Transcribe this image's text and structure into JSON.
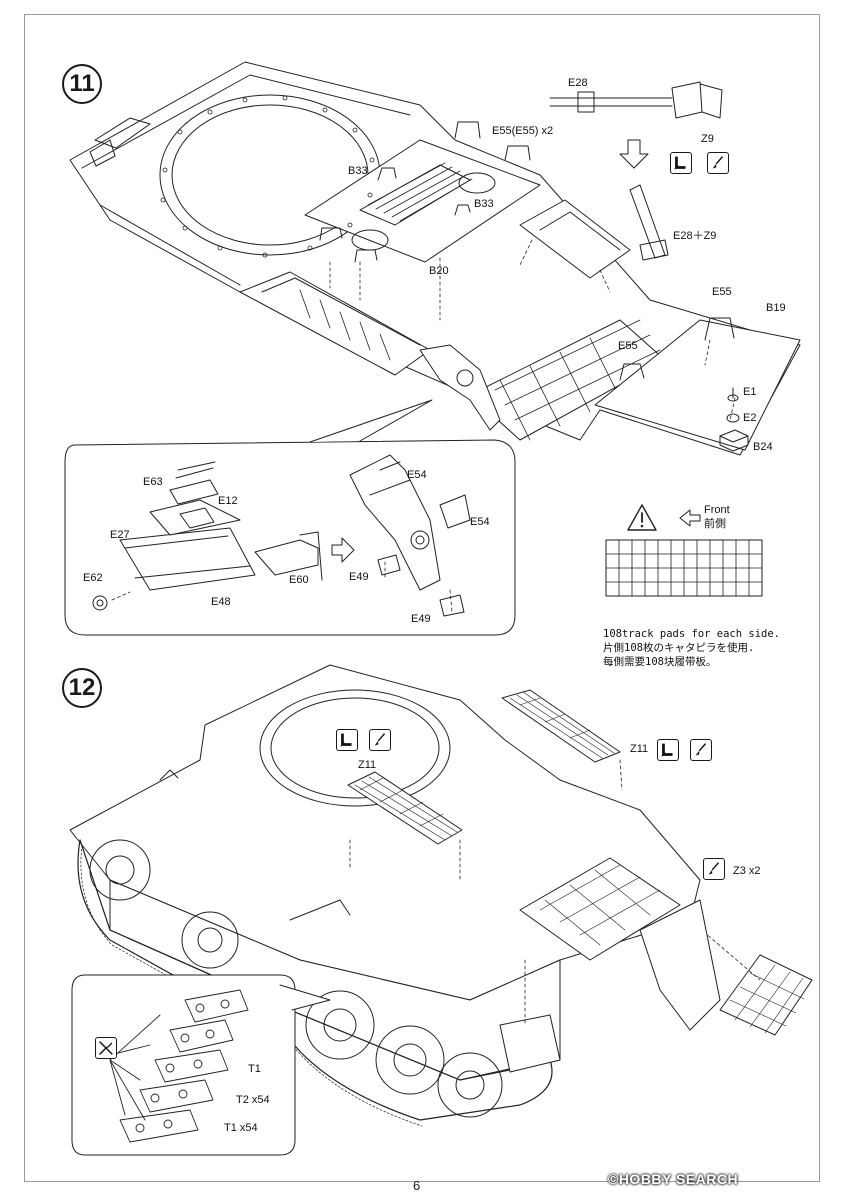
{
  "steps": [
    {
      "number": "11"
    },
    {
      "number": "12"
    }
  ],
  "step11": {
    "labels": {
      "e28": "E28",
      "z9": "Z9",
      "e55_x2": "E55(E55) x2",
      "b33_a": "B33",
      "b33_b": "B33",
      "b20": "B20",
      "e28_z9": "E28＋Z9",
      "e55_a": "E55",
      "b19": "B19",
      "e55_b": "E55",
      "e1": "E1",
      "e2": "E2",
      "b24": "B24"
    },
    "inset": {
      "e63": "E63",
      "e12": "E12",
      "e27": "E27",
      "e62": "E62",
      "e48": "E48",
      "e60": "E60",
      "e54_a": "E54",
      "e54_b": "E54",
      "e49_a": "E49",
      "e49_b": "E49"
    },
    "front_en": "Front",
    "front_cn": "前側",
    "track_note": [
      "108track pads for each side.",
      "片側108枚のキャタピラを使用.",
      "每側需要108块履带板。"
    ]
  },
  "step12": {
    "labels": {
      "z11_a": "Z11",
      "z11_b": "Z11",
      "z3_x2": "Z3 x2"
    },
    "inset": {
      "t1": "T1",
      "t2_x54": "T2 x54",
      "t1_x54": "T1 x54"
    }
  },
  "footer": {
    "page_number": "6",
    "watermark": "©HOBBY SEARCH"
  }
}
